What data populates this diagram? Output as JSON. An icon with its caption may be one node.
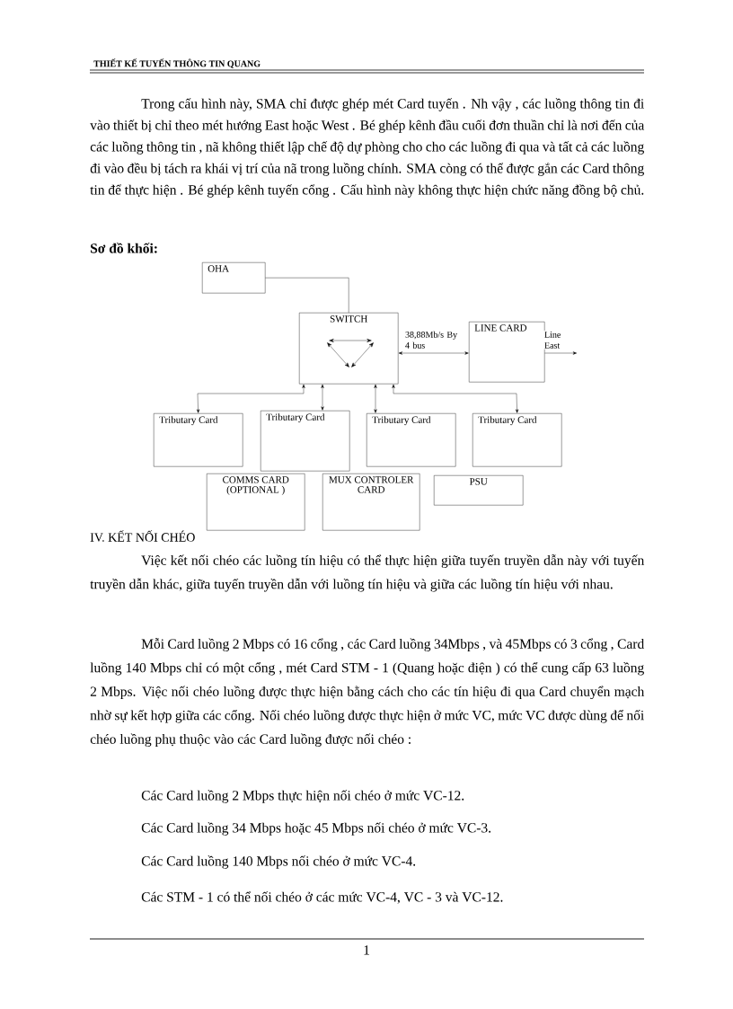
{
  "diagram": {
    "title": "THIẾT KẾ TUYẾN THÔNG TIN QUANG",
    "nodes": [
      {
        "text": [
          "OHA"
        ]
      },
      {
        "text": [
          "SWITCH"
        ]
      },
      {
        "text": [
          "LINE CARD"
        ]
      },
      {
        "text": [
          "Tributary Card"
        ]
      },
      {
        "text": [
          "Tributary Card"
        ]
      },
      {
        "text": [
          "Tributary Card"
        ]
      },
      {
        "text": [
          "Tributary Card"
        ]
      },
      {
        "text": [
          "COMMS CARD (OPTIONAL )"
        ]
      },
      {
        "text": [
          "MUX CONTROLER CARD"
        ]
      },
      {
        "text": [
          "PSU"
        ]
      }
    ],
    "edges": [
      {
        "from": 0,
        "to": 1,
        "arrow": "none"
      },
      {
        "from": 1,
        "to": 2,
        "arrow": "both",
        "label": "38,88Mb/s By 4 bus"
      },
      {
        "from": 2,
        "to": null,
        "arrow": "to",
        "label": "Line East"
      },
      {
        "from": 1,
        "to": 3,
        "arrow": "both"
      },
      {
        "from": 1,
        "to": 4,
        "arrow": "both"
      },
      {
        "from": 1,
        "to": 5,
        "arrow": "both"
      },
      {
        "from": 1,
        "to": 6,
        "arrow": "both"
      }
    ],
    "labels": [
      "Trong cấu hình này, SMA chỉ được ghép mét Card tuyến . Nh vậy , các luồng thông tin đi vào thiết bị chỉ theo mét hướng East hoặc West . Bé ghép kênh đầu cuối đơn thuần chỉ là nơi đến của các luồng thông tin , nã không thiết lập chế độ dự phòng cho cho các luồng đi qua và tất cả các luồng đi vào đều bị tách ra khái vị trí của nã trong luồng chính. SMA còng có thể được gắn các Card thông tin để thực hiện . Bé ghép kênh tuyến cổng . Cấu hình này không thực hiện chức năng đồng bộ chủ.",
      "Sơ đồ khối:",
      "IV. KẾT NỐI CHÉO",
      "Việc kết nối chéo các luồng tín hiệu có thể thực hiện giữa tuyến truyền dẫn này với tuyến truyền dẫn khác, giữa tuyến truyền dẫn với luồng tín hiệu và giữa các luồng tín hiệu với nhau.",
      "Mỗi Card luồng 2 Mbps có 16 cổng , các Card luồng 34Mbps , và 45Mbps có 3 cổng , Card luồng 140 Mbps chỉ có một cổng , mét Card STM - 1 (Quang hoặc điện ) có thể cung cấp 63 luồng 2 Mbps. Việc nối chéo luồng được thực hiện bằng cách cho các tín hiệu đi qua Card chuyển mạch nhờ sự kết hợp giữa các cổng. Nối chéo luồng được thực hiện ở mức VC, mức VC được dùng để nối chéo luồng phụ thuộc vào các Card luồng được nối chéo :",
      "Các Card luồng 2 Mbps thực hiện nối chéo ở mức VC-12.",
      "Các Card luồng 34 Mbps hoặc 45 Mbps nối chéo ở mức VC-3.",
      "Các Card luồng 140 Mbps nối chéo ở mức VC-4.",
      "Các STM - 1 có thể nối chéo ở các mức VC-4, VC - 3 và VC-12.",
      "1"
    ]
  }
}
